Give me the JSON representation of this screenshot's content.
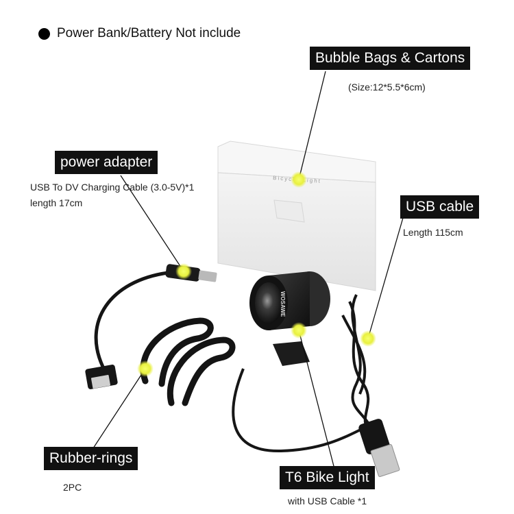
{
  "notice": {
    "text": "Power Bank/Battery Not include"
  },
  "callouts": {
    "bubble_bags": {
      "title": "Bubble Bags & Cartons",
      "detail": "(Size:12*5.5*6cm)"
    },
    "power_adapter": {
      "title": "power adapter",
      "detail_line1": "USB To DV Charging Cable (3.0-5V)*1",
      "detail_line2": "length 17cm"
    },
    "usb_cable": {
      "title": "USB cable",
      "detail": "Length 115cm"
    },
    "rubber_rings": {
      "title": "Rubber-rings",
      "detail": "2PC"
    },
    "bike_light": {
      "title": "T6 Bike Light",
      "detail": "with USB Cable *1"
    }
  },
  "product": {
    "box_print": "Bicycle Light",
    "lamp_print": "WOSAWE"
  },
  "colors": {
    "background": "#ffffff",
    "label_bg": "#111111",
    "label_text": "#ffffff",
    "marker": "#e8f040",
    "product_black": "#1a1a1a"
  }
}
